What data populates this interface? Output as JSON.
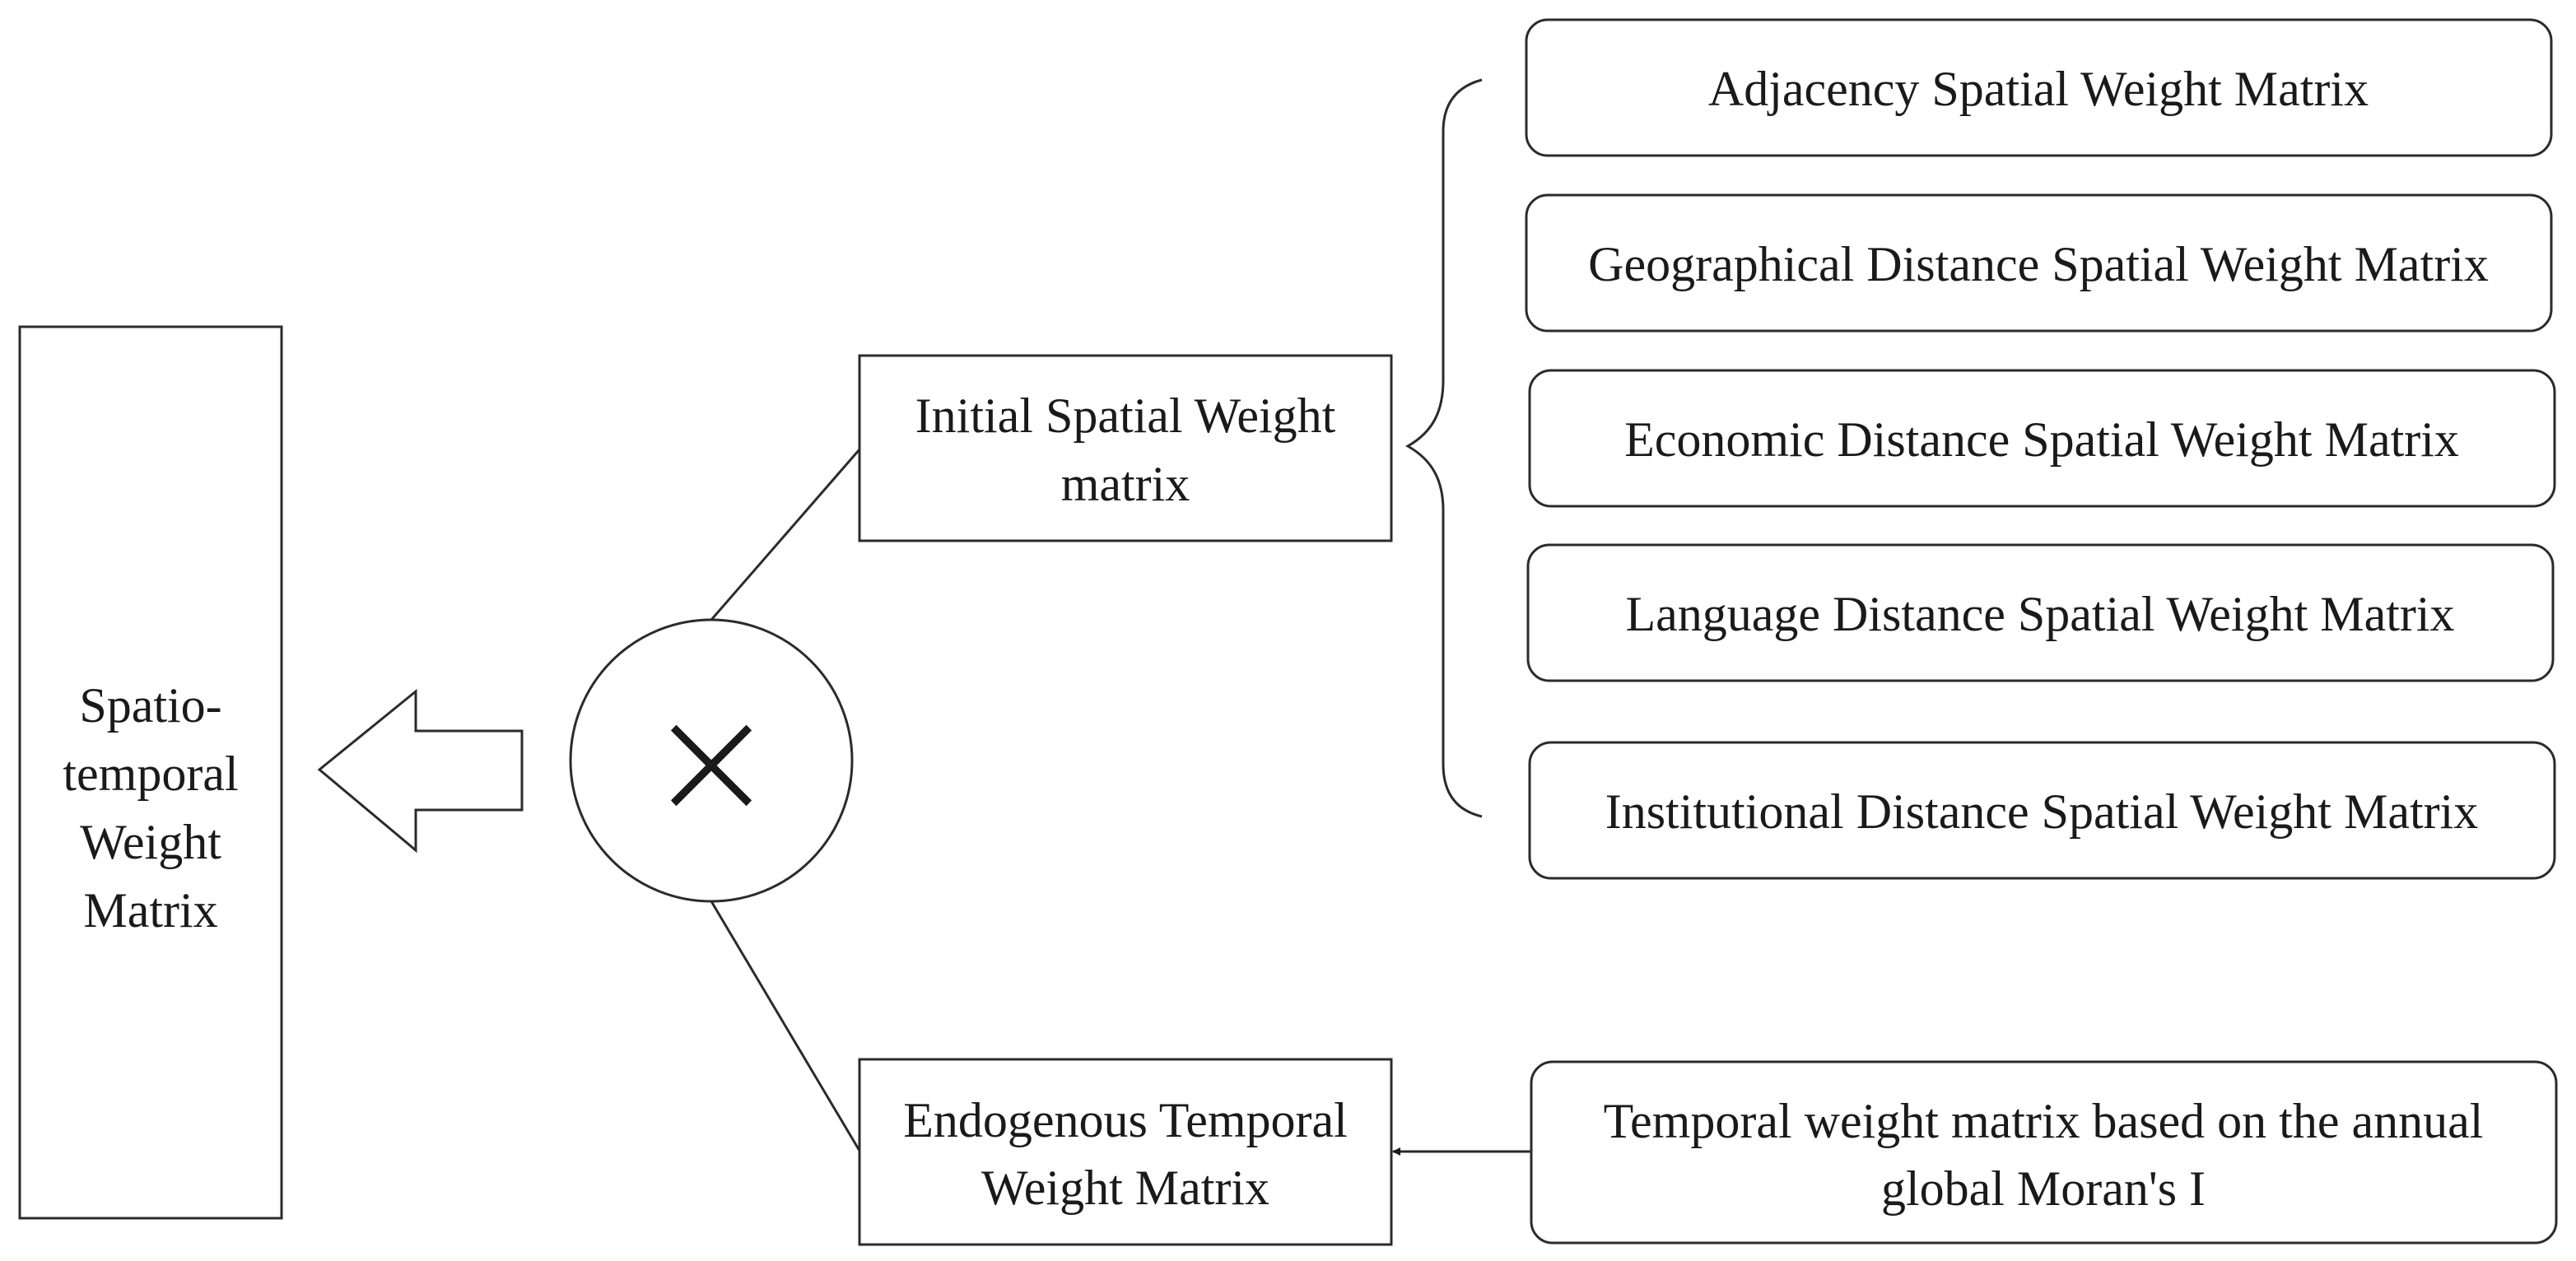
{
  "output_box": {
    "lines": [
      "Spatio-",
      "temporal",
      "Weight",
      "Matrix"
    ]
  },
  "multiply_symbol": {
    "glyph": "×"
  },
  "initial_spatial": {
    "lines": [
      "Initial Spatial Weight",
      "matrix"
    ]
  },
  "endogenous_temporal": {
    "lines": [
      "Endogenous Temporal",
      "Weight Matrix"
    ]
  },
  "spatial_options": [
    {
      "label": "Adjacency Spatial Weight Matrix"
    },
    {
      "label": "Geographical Distance Spatial Weight Matrix"
    },
    {
      "label": "Economic Distance Spatial Weight Matrix"
    },
    {
      "label": "Language Distance Spatial Weight Matrix"
    },
    {
      "label": "Institutional Distance Spatial Weight Matrix"
    }
  ],
  "temporal_source": {
    "lines": [
      "Temporal weight matrix based on the annual",
      "global Moran's I"
    ]
  }
}
